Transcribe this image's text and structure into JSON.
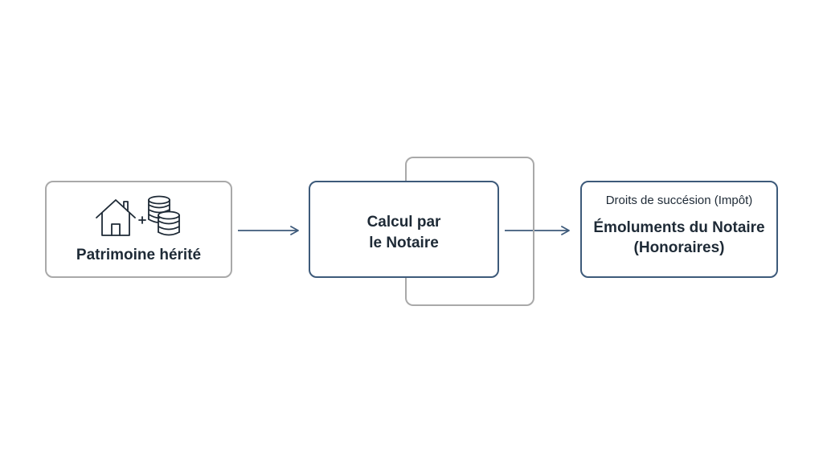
{
  "diagram": {
    "input_box": {
      "label": "Patrimoine hérité",
      "icon": "house-plus-coins-icon"
    },
    "calc_box": {
      "label": "Calcul par\nle Notaire"
    },
    "output_box": {
      "top_label": "Droits de succésion (Impôt)",
      "main_label": "Émoluments du Notaire\n(Honoraires)"
    },
    "colors": {
      "accent": "#3d5a7a",
      "neutral_border": "#a9a9a9",
      "text": "#1e2a36"
    }
  }
}
